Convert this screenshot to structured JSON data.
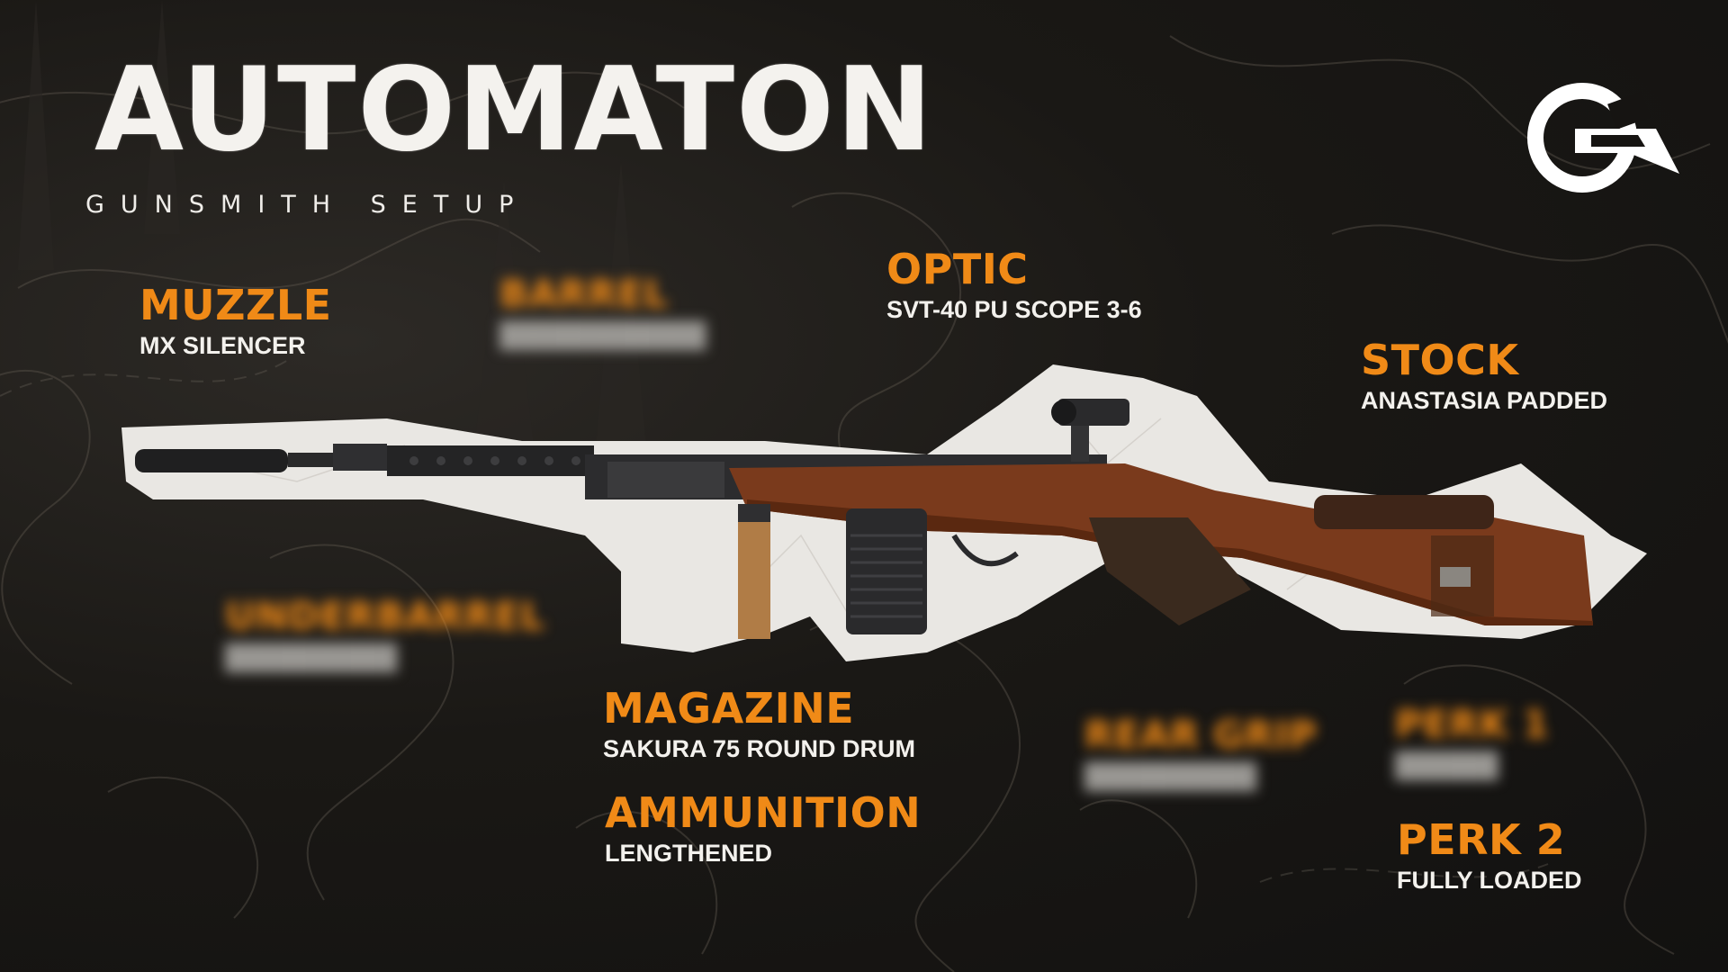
{
  "header": {
    "title": "AUTOMATON",
    "subtitle": "GUNSMITH SETUP"
  },
  "logo": {
    "icon": "ec-logo-icon"
  },
  "attachments": {
    "muzzle": {
      "label": "MUZZLE",
      "value": "MX SILENCER"
    },
    "optic": {
      "label": "OPTIC",
      "value": "SVT-40 PU SCOPE 3-6"
    },
    "stock": {
      "label": "STOCK",
      "value": "ANASTASIA PADDED"
    },
    "magazine": {
      "label": "MAGAZINE",
      "value": "SAKURA 75 ROUND DRUM"
    },
    "ammunition": {
      "label": "AMMUNITION",
      "value": "LENGTHENED"
    },
    "perk2": {
      "label": "PERK 2",
      "value": "FULLY LOADED"
    },
    "barrel_hidden": {
      "label": "BARREL",
      "value": ""
    },
    "underbarrel_hidden": {
      "label": "UNDERBARREL",
      "value": ""
    },
    "rear_grip_hidden": {
      "label": "REAR GRIP",
      "value": ""
    },
    "perk1_hidden": {
      "label": "PERK 1",
      "value": ""
    }
  },
  "colors": {
    "accent": "#f08a17",
    "text": "#f3f1ed",
    "background": "#161412"
  },
  "weapon_image": {
    "icon": "automaton-rifle-illustration"
  }
}
